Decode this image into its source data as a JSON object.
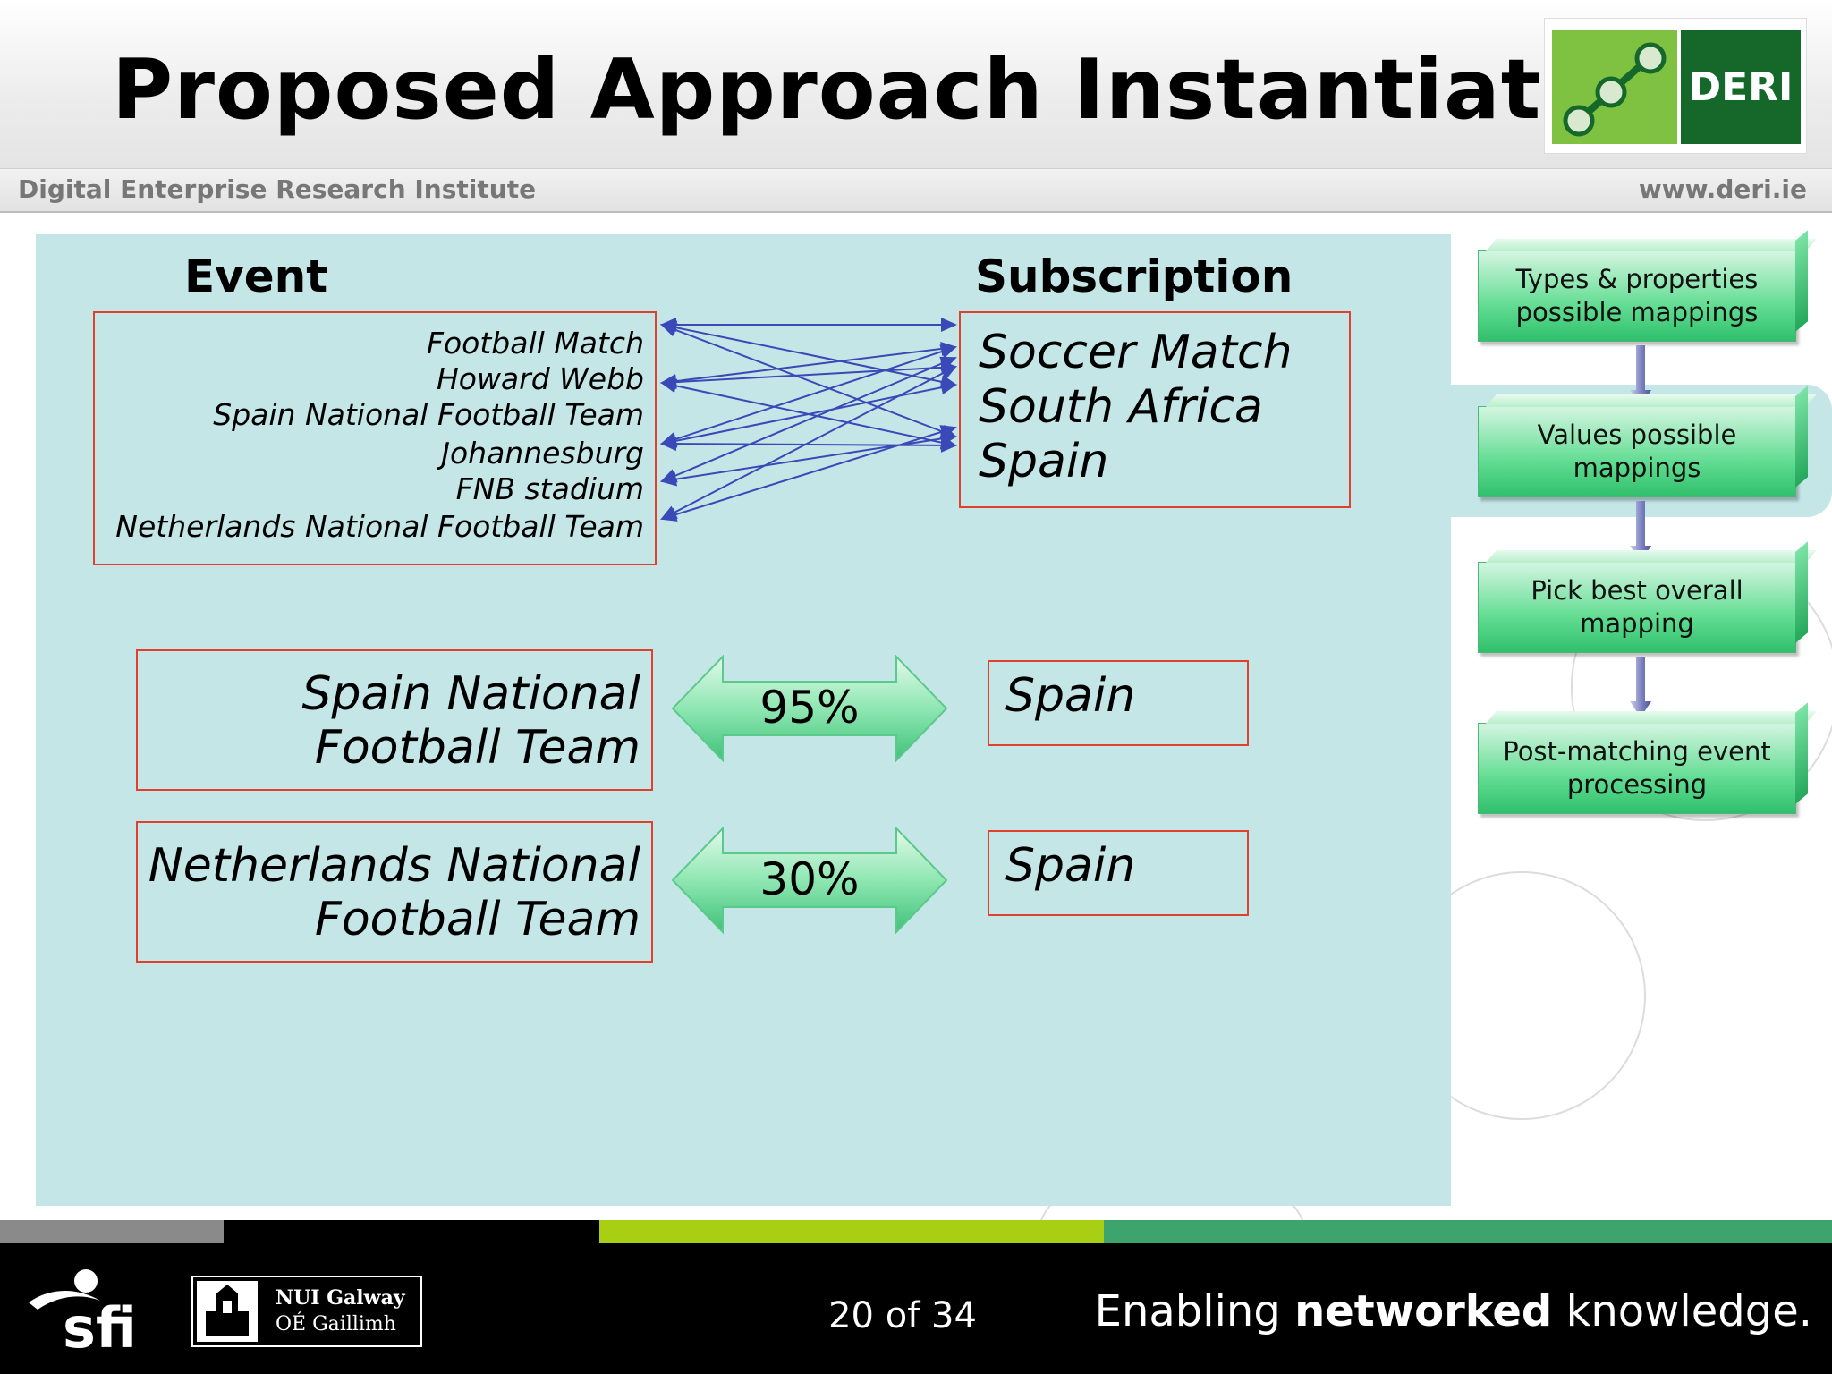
{
  "header": {
    "title": "Proposed Approach Instantiation",
    "logo_text": "DERI",
    "institute": "Digital Enterprise Research Institute",
    "website": "www.deri.ie"
  },
  "main": {
    "event_heading": "Event",
    "subscription_heading": "Subscription",
    "event_items": [
      "Football Match",
      "Howard Webb",
      "Spain National Football Team",
      "Johannesburg",
      "FNB stadium",
      "Netherlands National Football Team"
    ],
    "subscription_items": [
      "Soccer Match",
      "South Africa",
      "Spain"
    ],
    "matches": [
      {
        "event_line1": "Spain National",
        "event_line2": "Football Team",
        "score": "95%",
        "target": "Spain"
      },
      {
        "event_line1": "Netherlands National",
        "event_line2": "Football Team",
        "score": "30%",
        "target": "Spain"
      }
    ]
  },
  "flow": {
    "steps": [
      {
        "line1": "Types & properties",
        "line2": "possible mappings"
      },
      {
        "line1": "Values possible",
        "line2": "mappings"
      },
      {
        "line1": "Pick best overall",
        "line2": "mapping"
      },
      {
        "line1": "Post-matching event",
        "line2": "processing"
      }
    ],
    "highlighted_step": 2
  },
  "footer": {
    "nui_line1": "NUI Galway",
    "nui_line2": "OÉ Gaillimh",
    "page": "20 of 34",
    "tagline_pre": "Enabling",
    "tagline_bold": "networked",
    "tagline_post": "knowledge."
  },
  "colors": {
    "panel": "#c4e6e7",
    "box_border": "#e0412d",
    "link_arrows": "#3b48b8",
    "flow_green": "#2fc06c",
    "bar_gray": "#8a8a8a",
    "bar_lime": "#a8cf14",
    "bar_teal": "#3ea46d"
  }
}
